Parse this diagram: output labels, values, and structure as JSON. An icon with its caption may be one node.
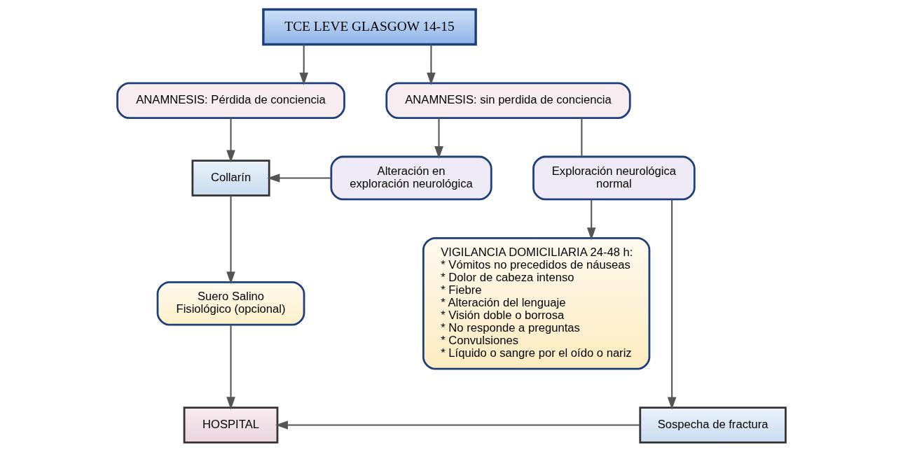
{
  "diagram": {
    "nodes": [
      {
        "text": [
          "TCE LEVE GLASGOW 14-15"
        ]
      },
      {
        "text": [
          "ANAMNESIS: Pérdida de conciencia"
        ]
      },
      {
        "text": [
          "ANAMNESIS: sin perdida de conciencia"
        ]
      },
      {
        "text": [
          "Collarín"
        ]
      },
      {
        "text": [
          "Alteración en exploración neurológica"
        ]
      },
      {
        "text": [
          "Exploración neurológica normal"
        ]
      },
      {
        "text": [
          "Suero Salino Fisiológico (opcional)"
        ]
      },
      {
        "text": [
          "VIGILANCIA DOMICILIARIA 24-48 h:",
          "* Vómitos no precedidos de náuseas",
          "* Dolor de cabeza intenso",
          "* Fiebre",
          "* Alteración del lenguaje",
          "* Visión doble o borrosa",
          "* No responde a preguntas",
          "* Convulsiones",
          "* Líquido o sangre por el oído o nariz"
        ]
      },
      {
        "text": [
          "HOSPITAL"
        ]
      },
      {
        "text": [
          "Sospecha de fractura"
        ]
      }
    ],
    "edges": [
      {
        "from": 0,
        "to": 1,
        "arrow": "to"
      },
      {
        "from": 0,
        "to": 2,
        "arrow": "to"
      },
      {
        "from": 1,
        "to": 3,
        "arrow": "to"
      },
      {
        "from": 2,
        "to": 4,
        "arrow": "to"
      },
      {
        "from": 2,
        "to": 5,
        "arrow": "none"
      },
      {
        "from": 4,
        "to": 3,
        "arrow": "to"
      },
      {
        "from": 3,
        "to": 6,
        "arrow": "to"
      },
      {
        "from": 6,
        "to": 8,
        "arrow": "to"
      },
      {
        "from": 5,
        "to": 7,
        "arrow": "to"
      },
      {
        "from": 5,
        "to": 9,
        "arrow": "to"
      },
      {
        "from": 9,
        "to": 8,
        "arrow": "to"
      }
    ]
  }
}
